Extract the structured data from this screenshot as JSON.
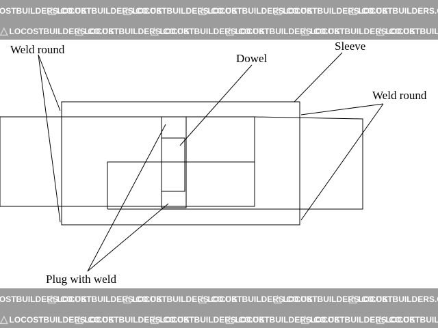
{
  "watermark": {
    "text": "LOCOSTBUILDERS.CO.UK",
    "car_icon": "car-icon",
    "banner_color": "#9c9c9c",
    "text_color": "#ffffff"
  },
  "labels": {
    "weld_round_left": "Weld round",
    "dowel": "Dowel",
    "sleeve": "Sleeve",
    "weld_round_right": "Weld round",
    "plug_with_weld": "Plug with weld"
  }
}
